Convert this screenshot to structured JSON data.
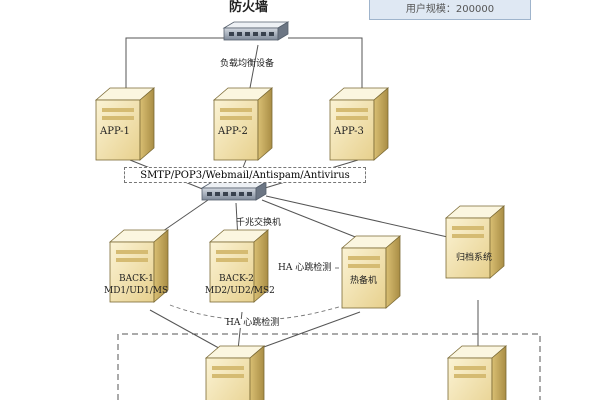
{
  "info_box": {
    "text": "用户规模：200000"
  },
  "firewall": {
    "label": "防火墙"
  },
  "load_balancer": {
    "label": "负载均衡设备"
  },
  "app_servers": [
    {
      "label": "APP-1"
    },
    {
      "label": "APP-2"
    },
    {
      "label": "APP-3"
    }
  ],
  "protocol_bar": {
    "text": "SMTP/POP3/Webmail/Antispam/Antivirus"
  },
  "core_switch": {
    "label": "千兆交换机"
  },
  "back_servers": [
    {
      "name": "BACK-1",
      "sub": "MD1/UD1/MS"
    },
    {
      "name": "BACK-2",
      "sub": "MD2/UD2/MS2"
    }
  ],
  "standby": {
    "label": "热备机"
  },
  "archive": {
    "label": "归档系统"
  },
  "heartbeat": {
    "short_label": "HA 心跳检测",
    "long_label": "HA 心跳检测"
  },
  "colors": {
    "server_body": "#f6e9b8",
    "server_side": "#c9ad61",
    "switch": "#9aa4b2",
    "line": "#555555"
  }
}
